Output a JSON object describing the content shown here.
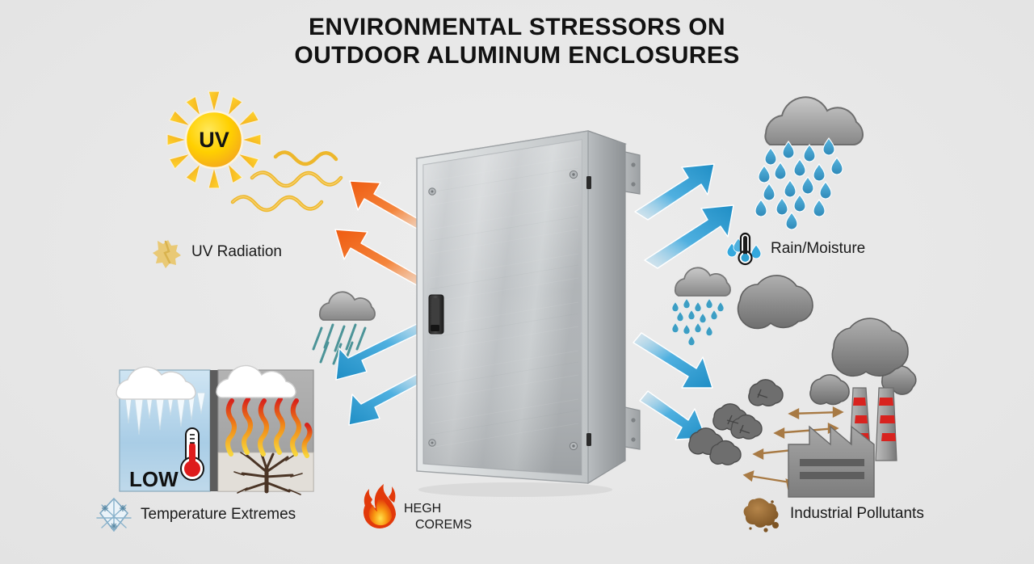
{
  "title": {
    "line1": "ENVIRONMENTAL STRESSORS ON",
    "line2": "OUTDOOR ALUMINUM ENCLOSURES"
  },
  "background_color": "#e9e9e9",
  "colors": {
    "title_text": "#121212",
    "label_text": "#1b1b1b",
    "uv_arrow": "#f0641e",
    "moisture_arrow": "#2a9fd8",
    "sun_body": "#ffd000",
    "sun_ray": "#f7b928",
    "rain_drop": "#3a9fd0",
    "cloud_gray": "#9a9a9a",
    "cold_panel": "#aacde4",
    "hot_panel": "#a9a9a9",
    "thermometer_red": "#e01b1b",
    "chimney_red": "#d8231f",
    "smoke_gray": "#7c7c7c",
    "pollutant_brown": "#9a6b34",
    "flame_red": "#e23b0d",
    "enclosure_metal": "#c9ccce"
  },
  "central_object": {
    "name": "Outdoor aluminum enclosure",
    "screw_count": 4,
    "bracket_count": 2,
    "handle": "recessed black door handle"
  },
  "stressors": [
    {
      "id": "uv",
      "label": "UV Radiation",
      "icon": "sun-burst-icon",
      "badge_text": "UV",
      "arrow_color": "#f0641e",
      "arrow_count": 2,
      "arrow_direction": "up-left",
      "position": "top-left"
    },
    {
      "id": "rain",
      "label": "Rain/Moisture",
      "icon": "thermometer-droplet-icon",
      "arrow_color": "#2a9fd8",
      "arrow_count": 2,
      "arrow_direction": "up-right",
      "position": "top-right"
    },
    {
      "id": "temperature",
      "label": "Temperature Extremes",
      "icon": "snowflake-icon",
      "panel_text": "LOW",
      "arrow_color": "#2a9fd8",
      "arrow_count": 2,
      "arrow_direction": "down-left",
      "position": "bottom-left"
    },
    {
      "id": "pollutants",
      "label": "Industrial Pollutants",
      "icon": "dirt-splotch-icon",
      "arrow_color": "#2a9fd8",
      "arrow_count": 2,
      "arrow_direction": "down-right",
      "position": "bottom-right"
    },
    {
      "id": "heat",
      "label_line1": "HEGH",
      "label_line2": "COREMS",
      "icon": "flame-icon",
      "position": "bottom-center"
    }
  ],
  "decorations": {
    "rain_cloud_large": "cloud with rain drops",
    "rain_cloud_small_left": "small cloud with rain streaks",
    "rain_cloud_small_right": "small cloud with rain drops",
    "cold_panel_label": "LOW",
    "factory": "factory with two striped chimneys emitting smoke"
  }
}
